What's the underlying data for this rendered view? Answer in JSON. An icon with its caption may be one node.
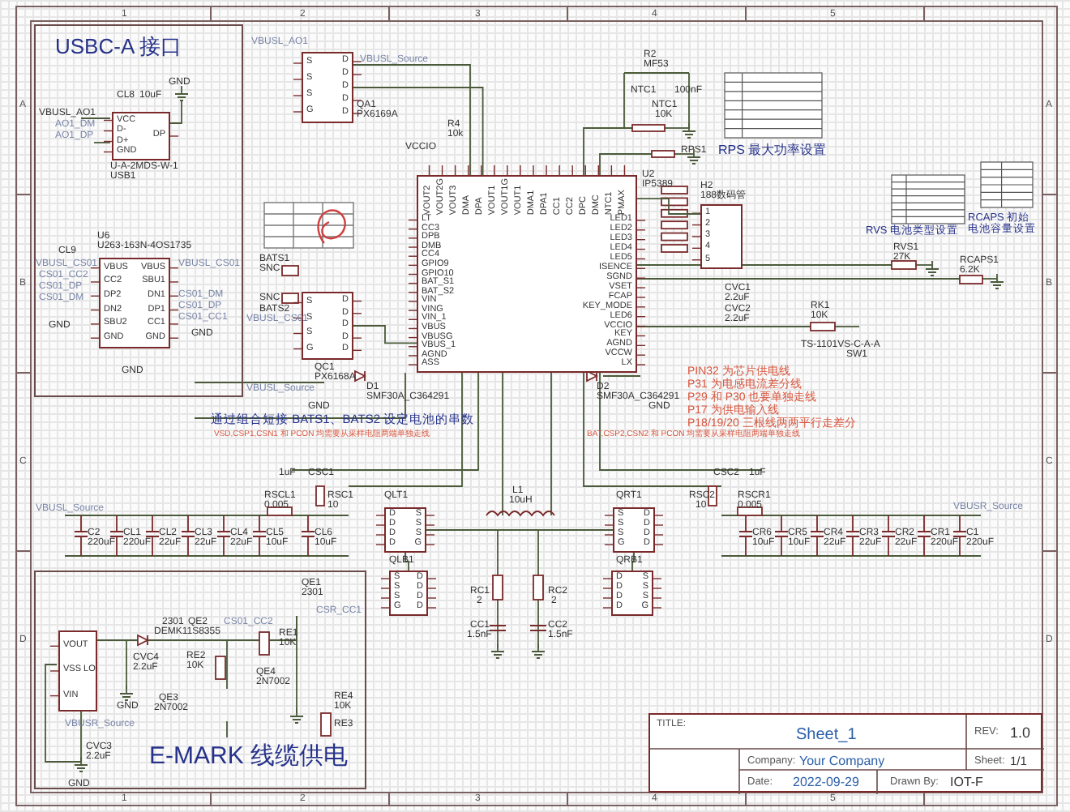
{
  "diagram": {
    "nodes": [
      {
        "text": [
          "USBC-A 接口"
        ]
      },
      {
        "text": [
          "VCC",
          "D-",
          "D+",
          "GND",
          "DP"
        ],
        "in": 0,
        "beside": [
          "U-A-2MDS-W-1",
          "USB1"
        ]
      },
      {
        "text": [
          "VBUS",
          "CC2",
          "DP2",
          "DN2",
          "SBU2",
          "GND",
          "VBUS",
          "SBU1",
          "DN1",
          "DP1",
          "CC1",
          "GND"
        ],
        "in": 0,
        "beside": [
          "U6",
          "U263-163N-4OS1735"
        ]
      },
      {
        "text": [
          "S",
          "S",
          "S",
          "G",
          "D",
          "D",
          "D",
          "D",
          "D"
        ],
        "beside": [
          "QA1",
          "PX6169A"
        ]
      },
      {
        "text": [
          "S",
          "S",
          "S",
          "G",
          "D",
          "D",
          "D",
          "D",
          "D"
        ],
        "beside": [
          "QC1",
          "PX6168A"
        ]
      },
      {
        "text": [
          "LT",
          "CC3",
          "DPB",
          "DMB",
          "CC4",
          "GPIO9",
          "GPIO10",
          "BAT_S1",
          "BAT_S2",
          "VIN",
          "VING",
          "VIN_1",
          "VBUS",
          "VBUSG",
          "VBUS_1",
          "AGND",
          "ASS",
          "LED1",
          "LED2",
          "LED3",
          "LED4",
          "LED5",
          "ISENCE",
          "SGND",
          "VSET",
          "FCAP",
          "KEY_MODE",
          "LED6",
          "VCCIO",
          "KEY",
          "AGND",
          "VCCW",
          "LX",
          "VOUT2",
          "VOUT2G",
          "VOUT3",
          "DMA",
          "DPA",
          "VOUT1",
          "VOUT1G",
          "VOUT1",
          "DMA1",
          "DPA1",
          "CC1",
          "CC2",
          "DPC",
          "DMC",
          "NTC1",
          "PMAX"
        ],
        "beside": [
          "U2",
          "IP5389"
        ]
      },
      {
        "text": [
          "1",
          "2",
          "3",
          "4",
          "5"
        ],
        "beside": [
          "H2",
          "188数码管"
        ]
      },
      {
        "text": [
          "D",
          "D",
          "D",
          "D",
          "S",
          "S",
          "S",
          "G"
        ],
        "beside": [
          "QLT1"
        ]
      },
      {
        "text": [
          "S",
          "S",
          "S",
          "G",
          "D",
          "D",
          "D",
          "D"
        ],
        "beside": [
          "QRT1"
        ]
      },
      {
        "text": [
          "S",
          "S",
          "S",
          "G",
          "D",
          "D",
          "D",
          "D"
        ],
        "beside": [
          "QLB1"
        ]
      },
      {
        "text": [
          "D",
          "D",
          "D",
          "D",
          "S",
          "S",
          "S",
          "G"
        ],
        "beside": [
          "QRB1"
        ]
      },
      {
        "text": [
          "E-MARK 线缆供电"
        ]
      },
      {
        "text": [
          "VOUT",
          "VSS LO",
          "VIN"
        ],
        "in": 11
      },
      {
        "text": [
          "TITLE:",
          "Sheet_1",
          "REV:",
          "1.0",
          "Company:",
          "Your Company",
          "Sheet:",
          "1/1",
          "Date:",
          "2022-09-29",
          "Drawn By:",
          "IOT-F"
        ]
      }
    ],
    "edges": [
      {
        "from": 3,
        "to": 5,
        "arrow": "none"
      },
      {
        "from": 4,
        "to": 5,
        "arrow": "none"
      },
      {
        "from": 5,
        "to": 6,
        "arrow": "none"
      },
      {
        "from": 7,
        "to": 9,
        "arrow": "none"
      },
      {
        "from": 8,
        "to": 10,
        "arrow": "none"
      },
      {
        "from": 7,
        "to": 8,
        "arrow": "none"
      }
    ],
    "labels": [
      "1",
      "2",
      "3",
      "4",
      "5",
      "A",
      "B",
      "C",
      "D",
      "A",
      "B",
      "C",
      "D",
      "1",
      "2",
      "3",
      "4",
      "5",
      "VBUSL_AO1",
      "GND",
      "CL8",
      "10uF",
      "VBUSL_AO1",
      "AO1_DM",
      "AO1_DP",
      "VBUSL_CS01",
      "CS01_CC2",
      "CS01_DP",
      "CS01_DM",
      "GND",
      "CL9",
      "VBUSL_CS01",
      "CS01_DM",
      "CS01_DP",
      "CS01_CC1",
      "GND",
      "GND",
      "VBUSL_Source",
      "R4",
      "10k",
      "VCCIO",
      "R2",
      "MF53",
      "NTC1",
      "100nF",
      "NTC1",
      "10K",
      "RPS1",
      "RPS 最大功率设置",
      "BATS1",
      "SNC",
      "SNC",
      "BATS2",
      "VBUSL_CS01",
      "VBUSL_Source",
      "RVS 电池类型设置",
      "RVS1",
      "27K",
      "RCAPS 初始电池容量设置",
      "RCAPS1",
      "6.2K",
      "CVC1",
      "2.2uF",
      "CVC2",
      "2.2uF",
      "RK1",
      "10K",
      "TS-1101VS-C-A-A",
      "SW1",
      "D1",
      "SMF30A_C364291",
      "D2",
      "SMF30A_C364291",
      "GND",
      "GND",
      "PIN32 为芯片供电线",
      "P31 为电感电流差分线",
      "P29 和 P30 也要单独走线",
      "P17 为供电输入线",
      "通过组合短接 BATS1、BATS2 设定电池的串数",
      "P18/19/20 三根线两两平行走差分",
      "VSD,CSP1,CSN1 和 PCON 均需要从采样电阻两端单独走线",
      "BAT,CSP2,CSN2 和 PCON 均需要从采样电阻两端单独走线",
      "1uF",
      "CSC1",
      "RSCL1",
      "0.005",
      "RSC1",
      "10",
      "VBUSL_Source",
      "C2",
      "220uF",
      "CL1",
      "220uF",
      "CL2",
      "22uF",
      "CL3",
      "22uF",
      "CL4",
      "22uF",
      "CL5",
      "10uF",
      "CL6",
      "10uF",
      "CSC2",
      "1uF",
      "RSC2",
      "10",
      "RSCR1",
      "0.005",
      "CR6",
      "10uF",
      "CR5",
      "10uF",
      "CR4",
      "22uF",
      "CR3",
      "22uF",
      "CR2",
      "22uF",
      "CR1",
      "220uF",
      "C1",
      "220uF",
      "VBUSR_Source",
      "L1",
      "10uH",
      "RC1",
      "2",
      "CC1",
      "1.5nF",
      "RC2",
      "2",
      "CC2",
      "1.5nF",
      "DEMK11S8355",
      "QE1",
      "2301",
      "CSR_CC1",
      "2301",
      "QE2",
      "CS01_CC2",
      "RE1",
      "10K",
      "RE2",
      "10K",
      "QE4",
      "2N7002",
      "QE3",
      "2N7002",
      "RE3",
      "RE4",
      "10K",
      "CVC4",
      "2.2uF",
      "GND",
      "VBUSR_Source",
      "CVC3",
      "2.2uF",
      "GND"
    ]
  }
}
